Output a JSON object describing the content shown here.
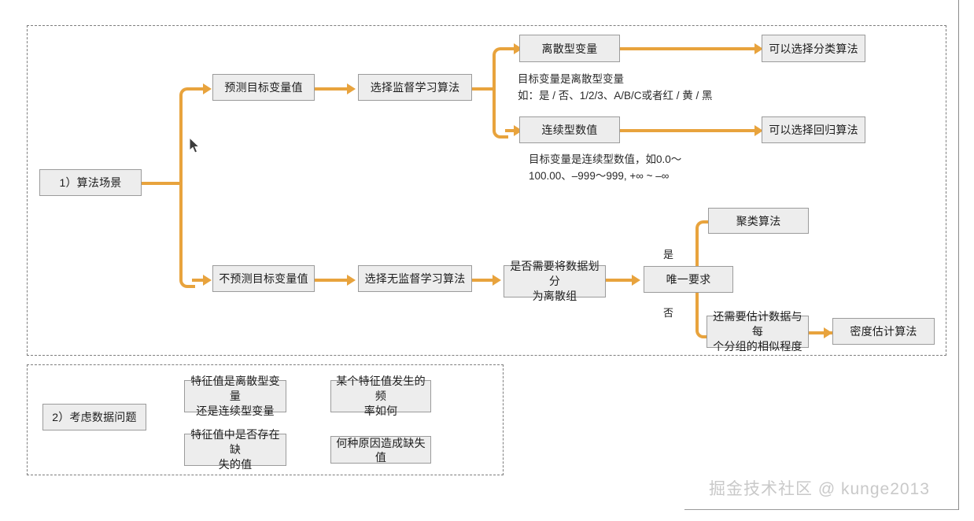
{
  "diagram": {
    "sections": [
      {
        "id": "algorithm-scenario",
        "title": "1）算法场景"
      },
      {
        "id": "data-problems",
        "title": "2）考虑数据问题"
      }
    ],
    "nodes": {
      "root_scenario": "1）算法场景",
      "predict_target": "预测目标变量值",
      "choose_supervised": "选择监督学习算法",
      "discrete_variable": "离散型变量",
      "continuous_value": "连续型数值",
      "classification_algo": "可以选择分类算法",
      "regression_algo": "可以选择回归算法",
      "no_predict_target": "不预测目标变量值",
      "choose_unsupervised": "选择无监督学习算法",
      "split_discrete_groups": "是否需要将数据划分\n为离散组",
      "unique_requirement": "唯一要求",
      "clustering_algo": "聚类算法",
      "estimate_similarity": "还需要估计数据与每\n个分组的相似程度",
      "density_algo": "密度估计算法",
      "root_data": "2）考虑数据问题",
      "feature_discrete_or_continuous": "特征值是离散型变量\n还是连续型变量",
      "feature_frequency": "某个特征值发生的频\n率如何",
      "feature_missing": "特征值中是否存在缺\n失的值",
      "missing_reason": "何种原因造成缺失值"
    },
    "notes": {
      "discrete_note": "目标变量是离散型变量\n如：是 / 否、1/2/3、A/B/C或者红 / 黄 / 黑",
      "continuous_note": "目标变量是连续型数值，如0.0～\n100.00、–999～999,  +∞ ~ –∞"
    },
    "edge_labels": {
      "yes": "是",
      "no": "否"
    },
    "watermark": "掘金技术社区 @ kunge2013",
    "colors": {
      "connector": "#e8a33d",
      "node_fill": "#ededed",
      "node_border": "#9b9b9b",
      "section_border": "#7d7d7d",
      "text": "#1d1d1d",
      "watermark": "#c9c9c9"
    }
  }
}
